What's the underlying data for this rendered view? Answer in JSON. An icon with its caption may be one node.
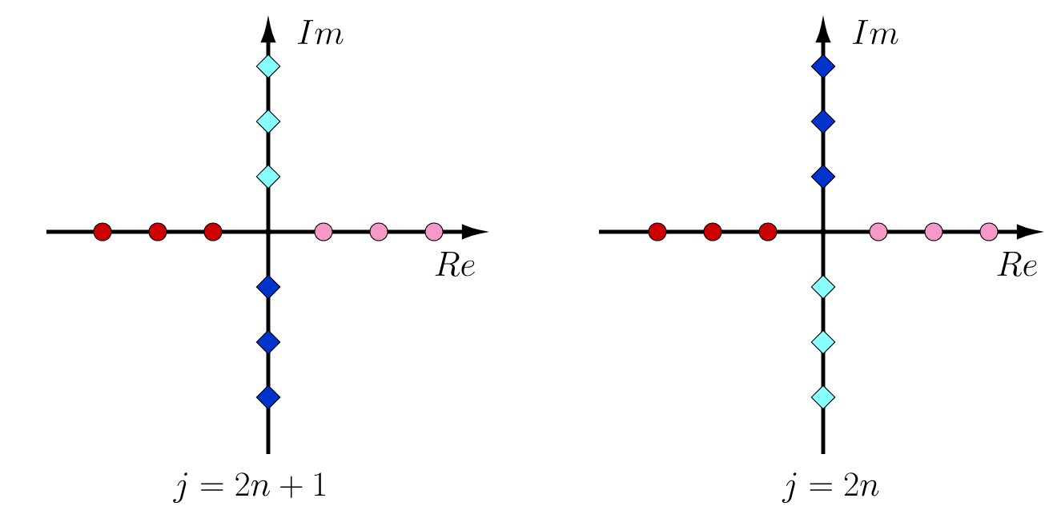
{
  "diagram": {
    "labels": [
      "Im",
      "Im",
      "Re",
      "Re",
      "j = 2n + 1",
      "j = 2n"
    ]
  }
}
